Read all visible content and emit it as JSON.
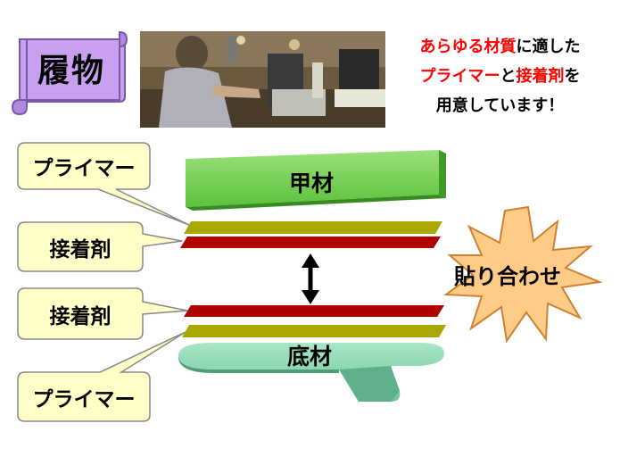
{
  "title_scroll": {
    "label": "履物"
  },
  "headline": {
    "part1_red": "あらゆる材質",
    "part1_black": "に適した",
    "part2_red_a": "プライマー",
    "part2_black_a": "と",
    "part2_red_b": "接着剤",
    "part2_black_b": "を",
    "part3": "用意しています！"
  },
  "callouts": {
    "primer_top": "プライマー",
    "adhesive_top": "接着剤",
    "adhesive_bottom": "接着剤",
    "primer_bottom": "プライマー"
  },
  "layers": {
    "upper_material": "甲材",
    "sole_material": "底材"
  },
  "burst": {
    "label": "貼り合わせ"
  },
  "colors": {
    "upper_green": "#66cc44",
    "sole_green": "#7fd1a8",
    "primer_olive": "#a8a800",
    "adhesive_red": "#b00000",
    "callout_fill": "#ffffc8",
    "burst_fill": "#ffcc88",
    "scroll_fill": "#c9a0f0"
  }
}
